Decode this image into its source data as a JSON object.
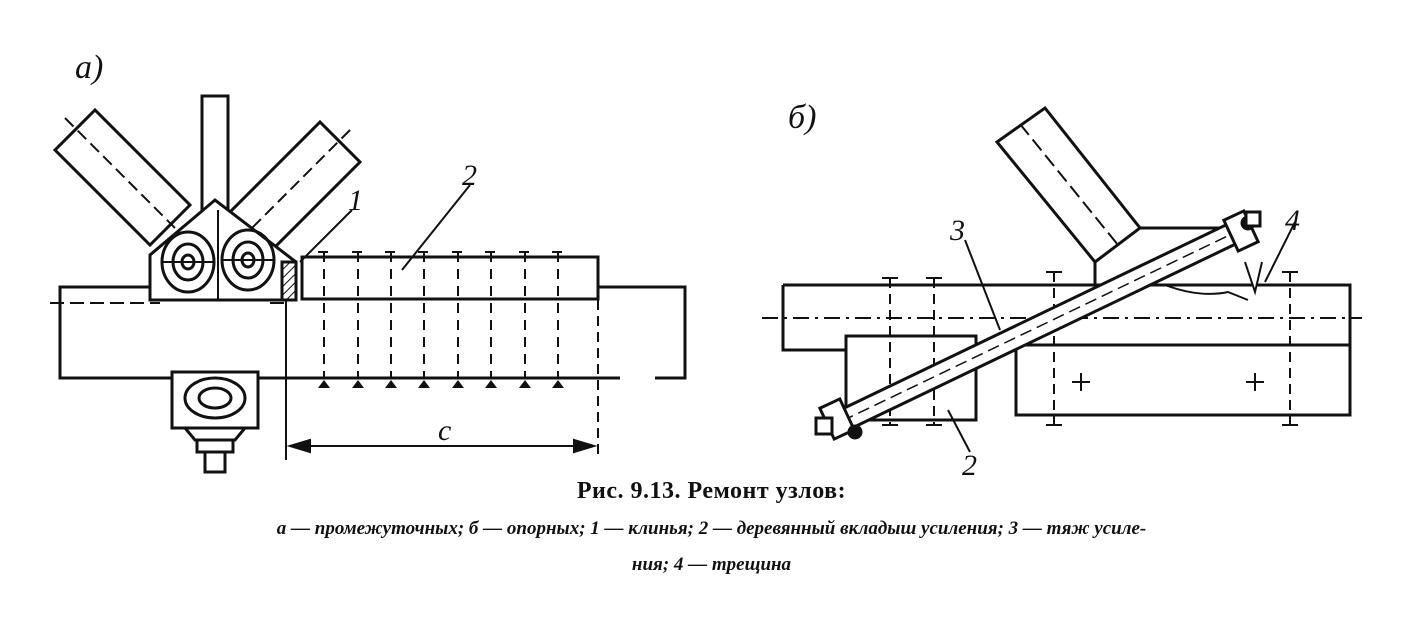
{
  "panels": {
    "a_label": "a)",
    "b_label": "б)"
  },
  "callouts": {
    "a_1": "1",
    "a_2": "2",
    "a_c": "c",
    "b_3": "3",
    "b_4": "4",
    "b_2": "2"
  },
  "caption": {
    "title": "Рис. 9.13. Ремонт узлов:",
    "line1": "а — промежуточных; б — опорных; 1 — клинья; 2 — деревянный вкладыш усиления; 3 — тяж усиле-",
    "line2": "ния; 4 — трещина"
  }
}
